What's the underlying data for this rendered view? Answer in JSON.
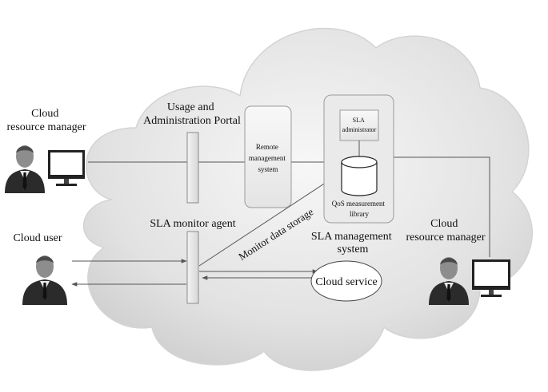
{
  "labels": {
    "cloud_resource_manager_left": [
      "Cloud",
      "resource manager"
    ],
    "cloud_user": "Cloud user",
    "usage_portal": [
      "Usage and",
      "Administration Portal"
    ],
    "sla_monitor_agent": "SLA monitor agent",
    "remote_management": [
      "Remote",
      "management",
      "system"
    ],
    "sla_administrator": [
      "SLA",
      "administrator"
    ],
    "qos_library": [
      "QoS measurement",
      "library"
    ],
    "sla_management_system": [
      "SLA management",
      "system"
    ],
    "monitor_data_storage": "Monitor data storage",
    "cloud_service": "Cloud service",
    "cloud_resource_manager_right": [
      "Cloud",
      "resource manager"
    ]
  },
  "colors": {
    "cloud_fill": "#dcdcdc",
    "box_fill": "#ececec",
    "box_stroke": "#9a9a9a",
    "line": "#555555",
    "suit": "#2b2b2b",
    "skin": "#8d8d8d"
  }
}
